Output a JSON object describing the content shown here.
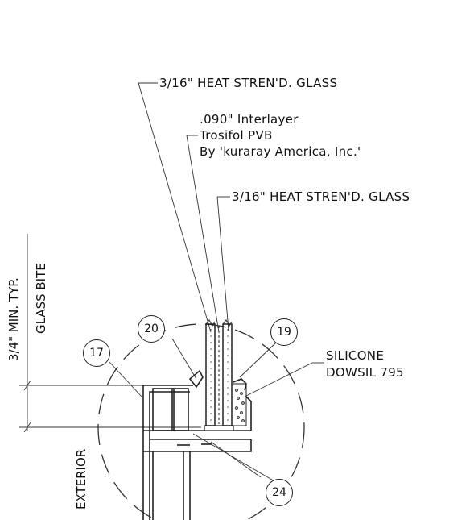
{
  "labels": {
    "outer_glass": "3/16\" HEAT STREN'D. GLASS",
    "interlayer_line1": ".090\" Interlayer",
    "interlayer_line2": "Trosifol PVB",
    "interlayer_line3": "By 'kuraray America, Inc.'",
    "inner_glass": "3/16\" HEAT STREN'D. GLASS",
    "silicone_line1": "SILICONE",
    "silicone_line2": "DOWSIL 795",
    "bite_dimension": "3/4\" MIN. TYP.",
    "bite_label": "GLASS BITE",
    "exterior": "EXTERIOR"
  },
  "callouts": {
    "c17": "17",
    "c20": "20",
    "c19": "19",
    "c24": "24"
  }
}
